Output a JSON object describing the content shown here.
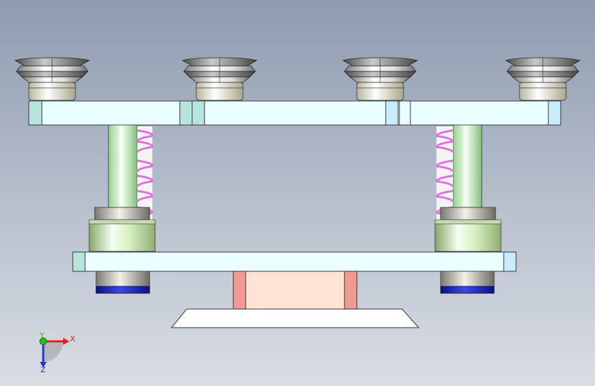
{
  "colors": {
    "background_top": "#8e9bb0",
    "background_bottom": "#d9dde4",
    "axis_x": "#e02020",
    "axis_y": "#22c022",
    "axis_z": "#2233dd",
    "spring": "#e070e0",
    "block_salmon": "#ffe4d6",
    "block_end": "#f29a92",
    "plate_fill": "#eafdff",
    "plate_end_teal": "#b7e4dd",
    "plate_end_blue": "#c7ecfb",
    "bushing_blue": "#1a22c0"
  },
  "suction_cup_count": 4,
  "guide_column_count": 2,
  "triad": {
    "x_label": "X",
    "y_label": "Y",
    "z_label": "Z"
  }
}
